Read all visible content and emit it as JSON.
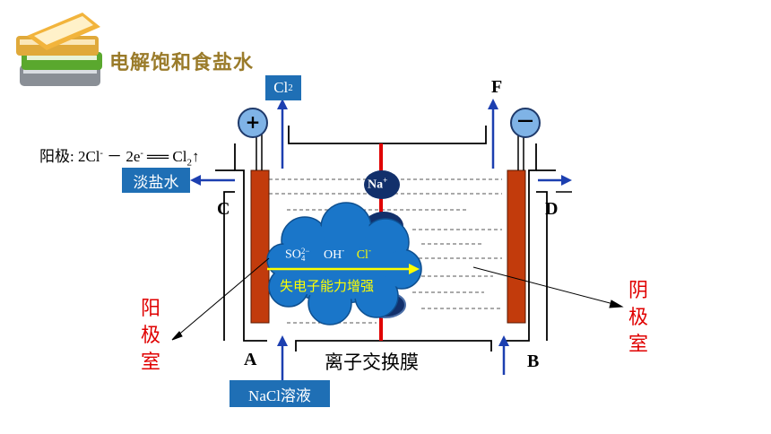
{
  "title": "电解饱和食盐水",
  "labels": {
    "cl2": "Cl",
    "cl2_sub": "2",
    "F": "F",
    "C": "C",
    "D": "D",
    "A": "A",
    "B": "B",
    "anode_eq": "阳极: 2Cl",
    "anode_eq_sup1": "-",
    "anode_eq_mid": " － 2e",
    "anode_eq_sup2": "-",
    "anode_eq_end": " ══ Cl",
    "anode_eq_sub": "2",
    "anode_eq_arrow": "↑",
    "dilute_brine": "淡盐水",
    "nacl_solution": "NaCl溶液",
    "membrane": "离子交换膜",
    "plus": "+",
    "minus": "—",
    "na_ion": "Na",
    "na_sup": "+",
    "anode_room": [
      "阳",
      "极",
      "室"
    ],
    "cathode_room": [
      "阴",
      "极",
      "室"
    ],
    "cloud_ions": {
      "so4": "SO",
      "so4_sub": "4",
      "so4_sup": "2−",
      "oh": "OH",
      "oh_sup": "-",
      "cl": "Cl",
      "cl_sup": "-"
    },
    "electron_loss": "失电子能力增强"
  },
  "colors": {
    "title": "#9a7b2a",
    "box_blue": "#1f6fb5",
    "electrode": "#c23b0c",
    "membrane_red": "#e00000",
    "cloud": "#1a76c9",
    "arrow_blue": "#1c3fb0",
    "na_ball": "#12306b",
    "yellow": "#ffff00"
  }
}
